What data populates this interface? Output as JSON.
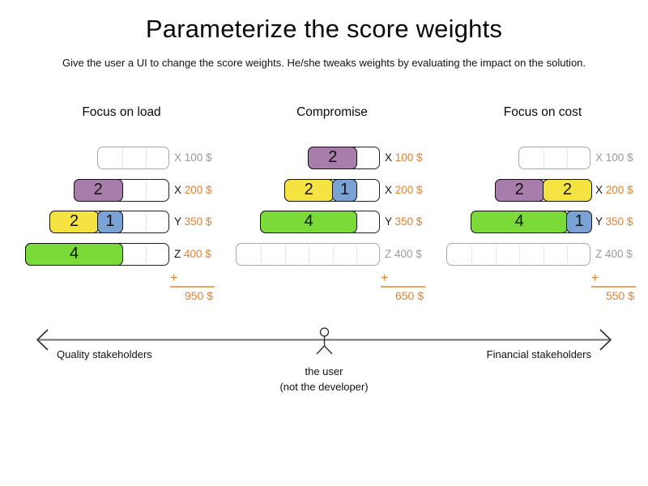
{
  "page": {
    "title": "Parameterize the score weights",
    "subtitle": "Give the user a UI to change the score weights. He/she tweaks weights by evaluating the impact on the solution."
  },
  "palette": {
    "purple": "#a87cab",
    "yellow": "#f5e342",
    "blue": "#7aa2d4",
    "green": "#7bd938",
    "orange": "#e0812e",
    "sum_line_orange": "#e9a45f",
    "inactive_text_gray": "#9a9a9a",
    "axis_line_gray": "#6e6e6e"
  },
  "sum_plus": "+",
  "columns": [
    {
      "title": "Focus on load",
      "total": "950 $",
      "rows": [
        {
          "capacity": 3,
          "letter": "X",
          "price": "100 $",
          "active": false,
          "blocks": []
        },
        {
          "capacity": 4,
          "letter": "X",
          "price": "200 $",
          "active": true,
          "blocks": [
            {
              "value": "2",
              "color": "purple",
              "units": 2
            }
          ]
        },
        {
          "capacity": 5,
          "letter": "Y",
          "price": "350 $",
          "active": true,
          "blocks": [
            {
              "value": "2",
              "color": "yellow",
              "units": 2
            },
            {
              "value": "1",
              "color": "blue",
              "units": 1
            }
          ]
        },
        {
          "capacity": 6,
          "letter": "Z",
          "price": "400 $",
          "active": true,
          "blocks": [
            {
              "value": "4",
              "color": "green",
              "units": 4
            }
          ]
        }
      ]
    },
    {
      "title": "Compromise",
      "total": "650 $",
      "rows": [
        {
          "capacity": 3,
          "letter": "X",
          "price": "100 $",
          "active": true,
          "blocks": [
            {
              "value": "2",
              "color": "purple",
              "units": 2
            }
          ]
        },
        {
          "capacity": 4,
          "letter": "X",
          "price": "200 $",
          "active": true,
          "blocks": [
            {
              "value": "2",
              "color": "yellow",
              "units": 2
            },
            {
              "value": "1",
              "color": "blue",
              "units": 1
            }
          ]
        },
        {
          "capacity": 5,
          "letter": "Y",
          "price": "350 $",
          "active": true,
          "blocks": [
            {
              "value": "4",
              "color": "green",
              "units": 4
            }
          ]
        },
        {
          "capacity": 6,
          "letter": "Z",
          "price": "400 $",
          "active": false,
          "blocks": []
        }
      ]
    },
    {
      "title": "Focus on cost",
      "total": "550 $",
      "rows": [
        {
          "capacity": 3,
          "letter": "X",
          "price": "100 $",
          "active": false,
          "blocks": []
        },
        {
          "capacity": 4,
          "letter": "X",
          "price": "200 $",
          "active": true,
          "blocks": [
            {
              "value": "2",
              "color": "purple",
              "units": 2
            },
            {
              "value": "2",
              "color": "yellow",
              "units": 2
            }
          ]
        },
        {
          "capacity": 5,
          "letter": "Y",
          "price": "350 $",
          "active": true,
          "blocks": [
            {
              "value": "4",
              "color": "green",
              "units": 4
            },
            {
              "value": "1",
              "color": "blue",
              "units": 1
            }
          ]
        },
        {
          "capacity": 6,
          "letter": "Z",
          "price": "400 $",
          "active": false,
          "blocks": []
        }
      ]
    }
  ],
  "axis": {
    "left_label": "Quality stakeholders",
    "right_label": "Financial stakeholders",
    "user_label_line1": "the user",
    "user_label_line2": "(not the developer)"
  }
}
